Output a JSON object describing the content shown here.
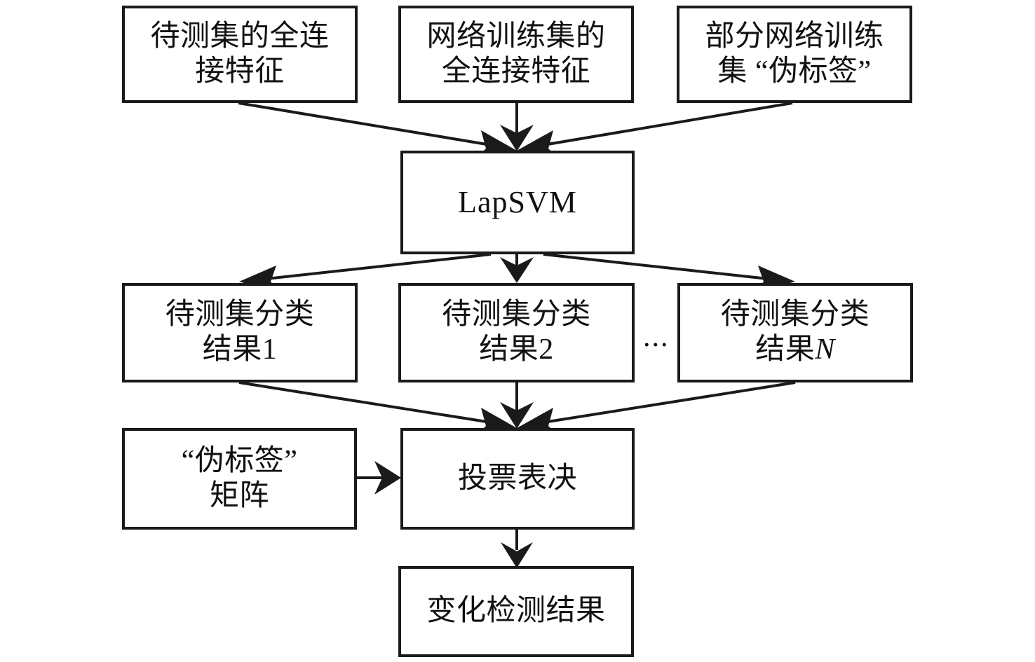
{
  "diagram": {
    "title": "LapSVM semi-supervised change detection flowchart",
    "stroke_color": "#1a1a1a",
    "background_color": "#ffffff",
    "nodes": {
      "test_fc": "待测集的全连\n接特征",
      "train_fc": "网络训练集的\n全连接特征",
      "pseudo_label_subset": "部分网络训练\n集 “伪标签”",
      "lapsvm": "LapSVM",
      "result1": "待测集分类\n结果1",
      "result2": "待测集分类\n结果2",
      "resultN_line1": "待测集分类",
      "resultN_line2_prefix": "结果",
      "resultN_line2_italic": "N",
      "ellipsis": "...",
      "pseudo_label_matrix": "“伪标签”\n矩阵",
      "vote": "投票表决",
      "change_detection_result": "变化检测结果"
    },
    "edges": [
      {
        "from": "test_fc",
        "to": "lapsvm",
        "style": "arrow"
      },
      {
        "from": "train_fc",
        "to": "lapsvm",
        "style": "arrow"
      },
      {
        "from": "pseudo_label_subset",
        "to": "lapsvm",
        "style": "arrow"
      },
      {
        "from": "lapsvm",
        "to": "result1",
        "style": "arrow"
      },
      {
        "from": "lapsvm",
        "to": "result2",
        "style": "arrow"
      },
      {
        "from": "lapsvm",
        "to": "resultN",
        "style": "arrow"
      },
      {
        "from": "result1",
        "to": "vote",
        "style": "arrow"
      },
      {
        "from": "result2",
        "to": "vote",
        "style": "arrow"
      },
      {
        "from": "resultN",
        "to": "vote",
        "style": "arrow"
      },
      {
        "from": "pseudo_label_matrix",
        "to": "vote",
        "style": "arrow"
      },
      {
        "from": "vote",
        "to": "change_detection_result",
        "style": "arrow"
      }
    ]
  }
}
